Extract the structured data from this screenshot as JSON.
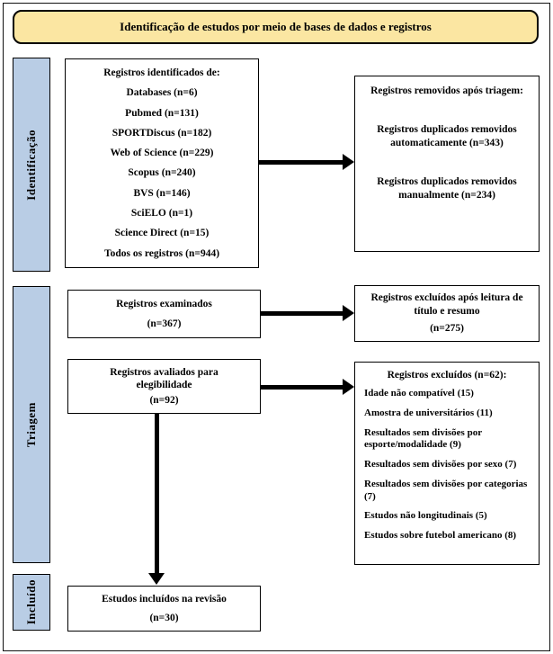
{
  "title": "Identificação de estudos por meio de bases de dados e registros",
  "sidebar": {
    "identification": "Identificação",
    "screening": "Triagem",
    "included": "Incluído"
  },
  "colors": {
    "banner_bg": "#FBE6A2",
    "stage_label_bg": "#B9CDE5",
    "border": "#000000"
  },
  "boxes": {
    "identified": {
      "lines": [
        "Registros identificados de:",
        "Databases (n=6)",
        "Pubmed (n=131)",
        "SPORTDiscus (n=182)",
        "Web of Science (n=229)",
        "Scopus (n=240)",
        "BVS (n=146)",
        "SciELO (n=1)",
        "Science Direct (n=15)",
        "Todos os registros (n=944)"
      ]
    },
    "removed": {
      "title": "Registros removidos após triagem:",
      "items": [
        "Registros duplicados removidos automaticamente (n=343)",
        "Registros duplicados removidos manualmente (n=234)"
      ]
    },
    "examined": {
      "line1": "Registros examinados",
      "line2": "(n=367)"
    },
    "excluded_screening": {
      "line1": "Registros excluídos após leitura de título e resumo",
      "line2": "(n=275)"
    },
    "assessed": {
      "line1": "Registros avaliados para elegibilidade",
      "line2": "(n=92)"
    },
    "excluded_eligibility": {
      "title": "Registros excluídos (n=62):",
      "items": [
        "Idade não compatível (15)",
        "Amostra de universitários (11)",
        "Resultados sem divisões por esporte/modalidade (9)",
        "Resultados sem divisões por sexo (7)",
        "Resultados sem divisões por categorias (7)",
        "Estudos não longitudinais (5)",
        "Estudos sobre futebol americano (8)"
      ]
    },
    "included_review": {
      "line1": "Estudos incluídos na revisão",
      "line2": "(n=30)"
    }
  }
}
